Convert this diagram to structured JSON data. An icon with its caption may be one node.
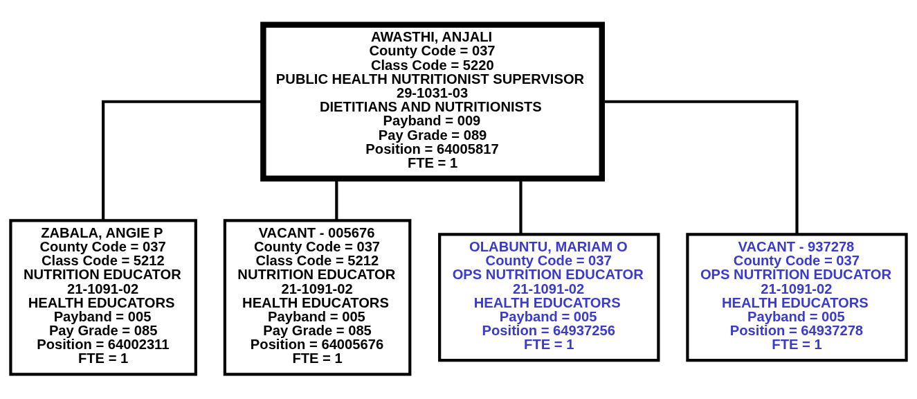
{
  "diagram": {
    "nodes": [
      {
        "text": [
          "AWASTHI, ANJALI",
          "County Code = 037",
          "Class Code = 5220",
          "PUBLIC HEALTH NUTRITIONIST SUPERVISOR",
          "29-1031-03",
          "DIETITIANS AND NUTRITIONISTS",
          "Payband = 009",
          "Pay Grade = 089",
          "Position = 64005817",
          "FTE = 1"
        ]
      },
      {
        "text": [
          "ZABALA, ANGIE P",
          "County Code = 037",
          "Class Code = 5212",
          "NUTRITION EDUCATOR",
          "21-1091-02",
          "HEALTH EDUCATORS",
          "Payband = 005",
          "Pay Grade = 085",
          "Position = 64002311",
          "FTE = 1"
        ]
      },
      {
        "text": [
          "VACANT - 005676",
          "County Code = 037",
          "Class Code = 5212",
          "NUTRITION EDUCATOR",
          "21-1091-02",
          "HEALTH EDUCATORS",
          "Payband = 005",
          "Pay Grade = 085",
          "Position = 64005676",
          "FTE = 1"
        ]
      },
      {
        "text": [
          "OLABUNTU, MARIAM O",
          "County Code = 037",
          "OPS NUTRITION EDUCATOR",
          "21-1091-02",
          "HEALTH EDUCATORS",
          "Payband = 005",
          "Position = 64937256",
          "FTE = 1"
        ]
      },
      {
        "text": [
          "VACANT - 937278",
          "County Code = 037",
          "OPS NUTRITION EDUCATOR",
          "21-1091-02",
          "HEALTH EDUCATORS",
          "Payband = 005",
          "Position = 64937278",
          "FTE = 1"
        ]
      }
    ],
    "edges": [
      {
        "from": 0,
        "to": 1,
        "arrow": "none"
      },
      {
        "from": 0,
        "to": 2,
        "arrow": "none"
      },
      {
        "from": 0,
        "to": 3,
        "arrow": "none"
      },
      {
        "from": 0,
        "to": 4,
        "arrow": "none"
      }
    ]
  }
}
